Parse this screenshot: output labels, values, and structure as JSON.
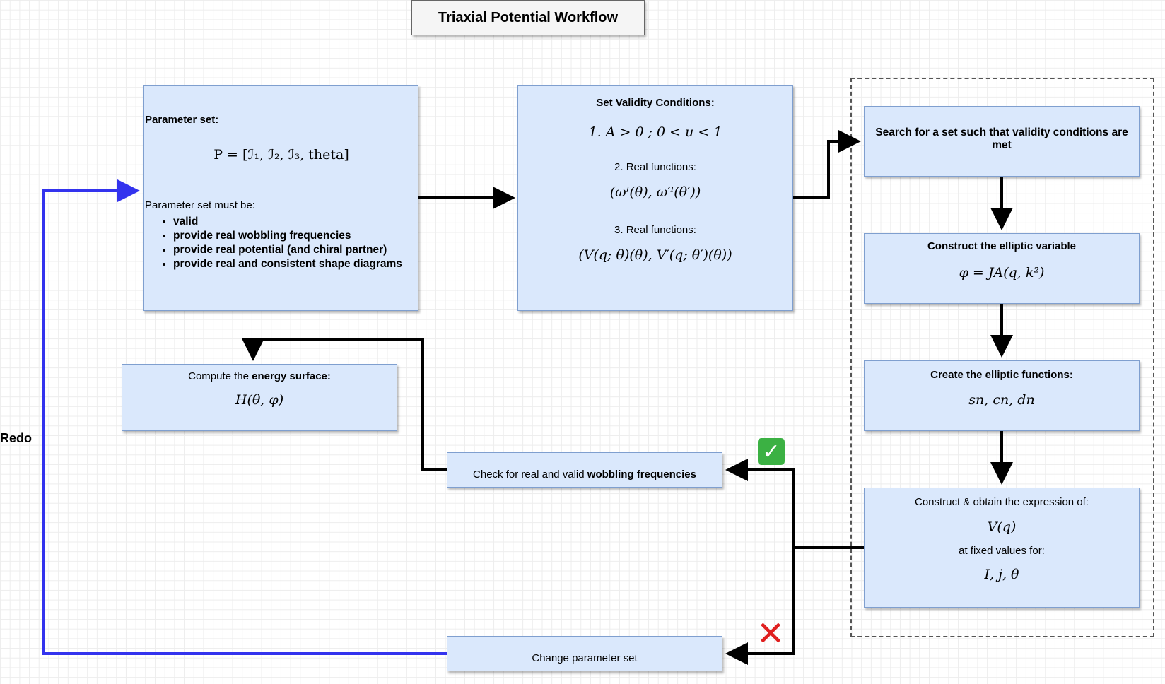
{
  "title": "Triaxial Potential Workflow",
  "param_box": {
    "heading": "Parameter set:",
    "formula": "P = [ℐ₁, ℐ₂, ℐ₃, theta]",
    "must_be": "Parameter set must be:",
    "items": [
      "valid",
      "provide real wobbling frequencies",
      "provide real potential (and chiral partner)",
      "provide real and consistent shape diagrams"
    ]
  },
  "validity_box": {
    "heading": "Set Validity Conditions:",
    "cond1": "1. A > 0 ; 0 < u < 1",
    "cond2_label": "2. Real functions:",
    "cond2_formula": "(ωᴵ(θ), ω′ᴵ(θ′))",
    "cond3_label": "3. Real functions:",
    "cond3_formula": "(V(q; θ)(θ), V′(q; θ′)(θ))"
  },
  "search_box": {
    "text": "Search for a set such that validity conditions are met"
  },
  "elliptic_var_box": {
    "heading": "Construct the elliptic variable",
    "formula": "φ = JA(q, k²)"
  },
  "elliptic_fn_box": {
    "heading": "Create the elliptic functions:",
    "formula": "sn, cn, dn"
  },
  "potential_box": {
    "line1": "Construct & obtain the expression of:",
    "formula1": "V(q)",
    "line2": "at fixed values for:",
    "formula2": "I,  j,  θ"
  },
  "energy_box": {
    "text_plain": "Compute the ",
    "text_bold": "energy surface:",
    "formula": "H(θ, φ)"
  },
  "check_box": {
    "text_plain": "Check for real and valid ",
    "text_bold": "wobbling frequencies"
  },
  "change_box": {
    "text": "Change parameter set"
  },
  "redo_label": "Redo",
  "colors": {
    "box_fill": "#dae8fc",
    "box_border": "#7f9fcf",
    "loop_arrow": "#3333ee",
    "ok": "#3bb143",
    "fail": "#e02020"
  },
  "icons": {
    "ok": "check-mark-icon",
    "fail": "cross-mark-icon"
  }
}
